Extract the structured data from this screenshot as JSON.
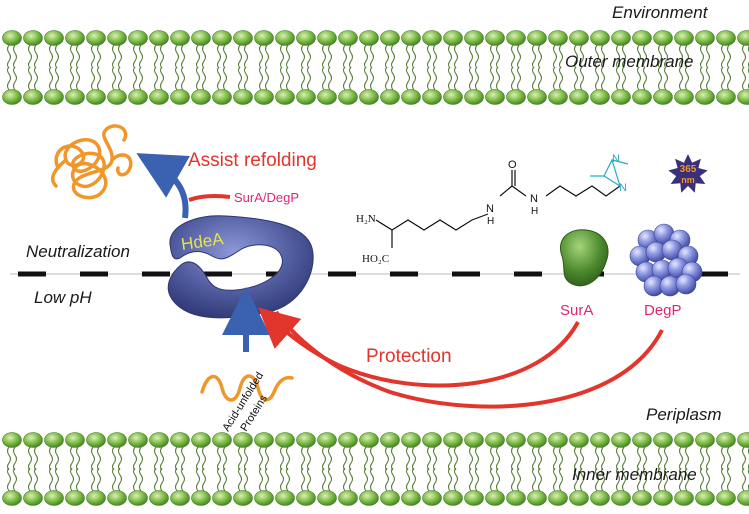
{
  "labels": {
    "environment": "Environment",
    "outer_membrane": "Outer membrane",
    "neutralization": "Neutralization",
    "low_ph": "Low pH",
    "periplasm": "Periplasm",
    "inner_membrane": "Inner membrane",
    "assist_refolding": "Assist refolding",
    "surA_degP": "SurA/DegP",
    "hdeA": "HdeA",
    "surA": "SurA",
    "degP": "DegP",
    "protection": "Protection",
    "acid_unfolded_line1": "Acid-unfolded",
    "acid_unfolded_line2": "Proteins",
    "uv_line1": "365",
    "uv_line2": "nm"
  },
  "chemical_structure": {
    "amine": "H₂N",
    "acid": "HO₂C",
    "nh_left": "N\nH",
    "nh_right": "N\nH",
    "carbonyl_o": "O",
    "diazirine_n1": "N",
    "diazirine_n2": "N"
  },
  "colors": {
    "membrane_head": "#6fae3c",
    "membrane_tail": "#5a7f3a",
    "hdeA": "#4e5a9c",
    "surA": "#4c8a2e",
    "degP": "#5f6bc0",
    "arrow_red": "#e2352b",
    "arrow_blue": "#3a62b0",
    "protein_orange": "#f0962a",
    "uv_star": "#3a2f7a",
    "diazirine_cyan": "#2aa8c8"
  }
}
